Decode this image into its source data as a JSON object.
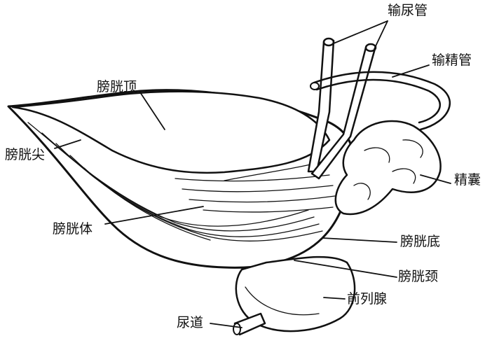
{
  "labels": {
    "ureter": "输尿管",
    "vas_deferens": "输精管",
    "bladder_apex": "膀胱尖",
    "bladder_vertex": "膀胱顶",
    "bladder_body": "膀胱体",
    "seminal_vesicle": "精囊",
    "bladder_fundus": "膀胱底",
    "bladder_neck": "膀胱颈",
    "prostate": "前列腺",
    "urethra": "尿道"
  },
  "colors": {
    "ink": "#111111",
    "paper": "#ffffff"
  }
}
